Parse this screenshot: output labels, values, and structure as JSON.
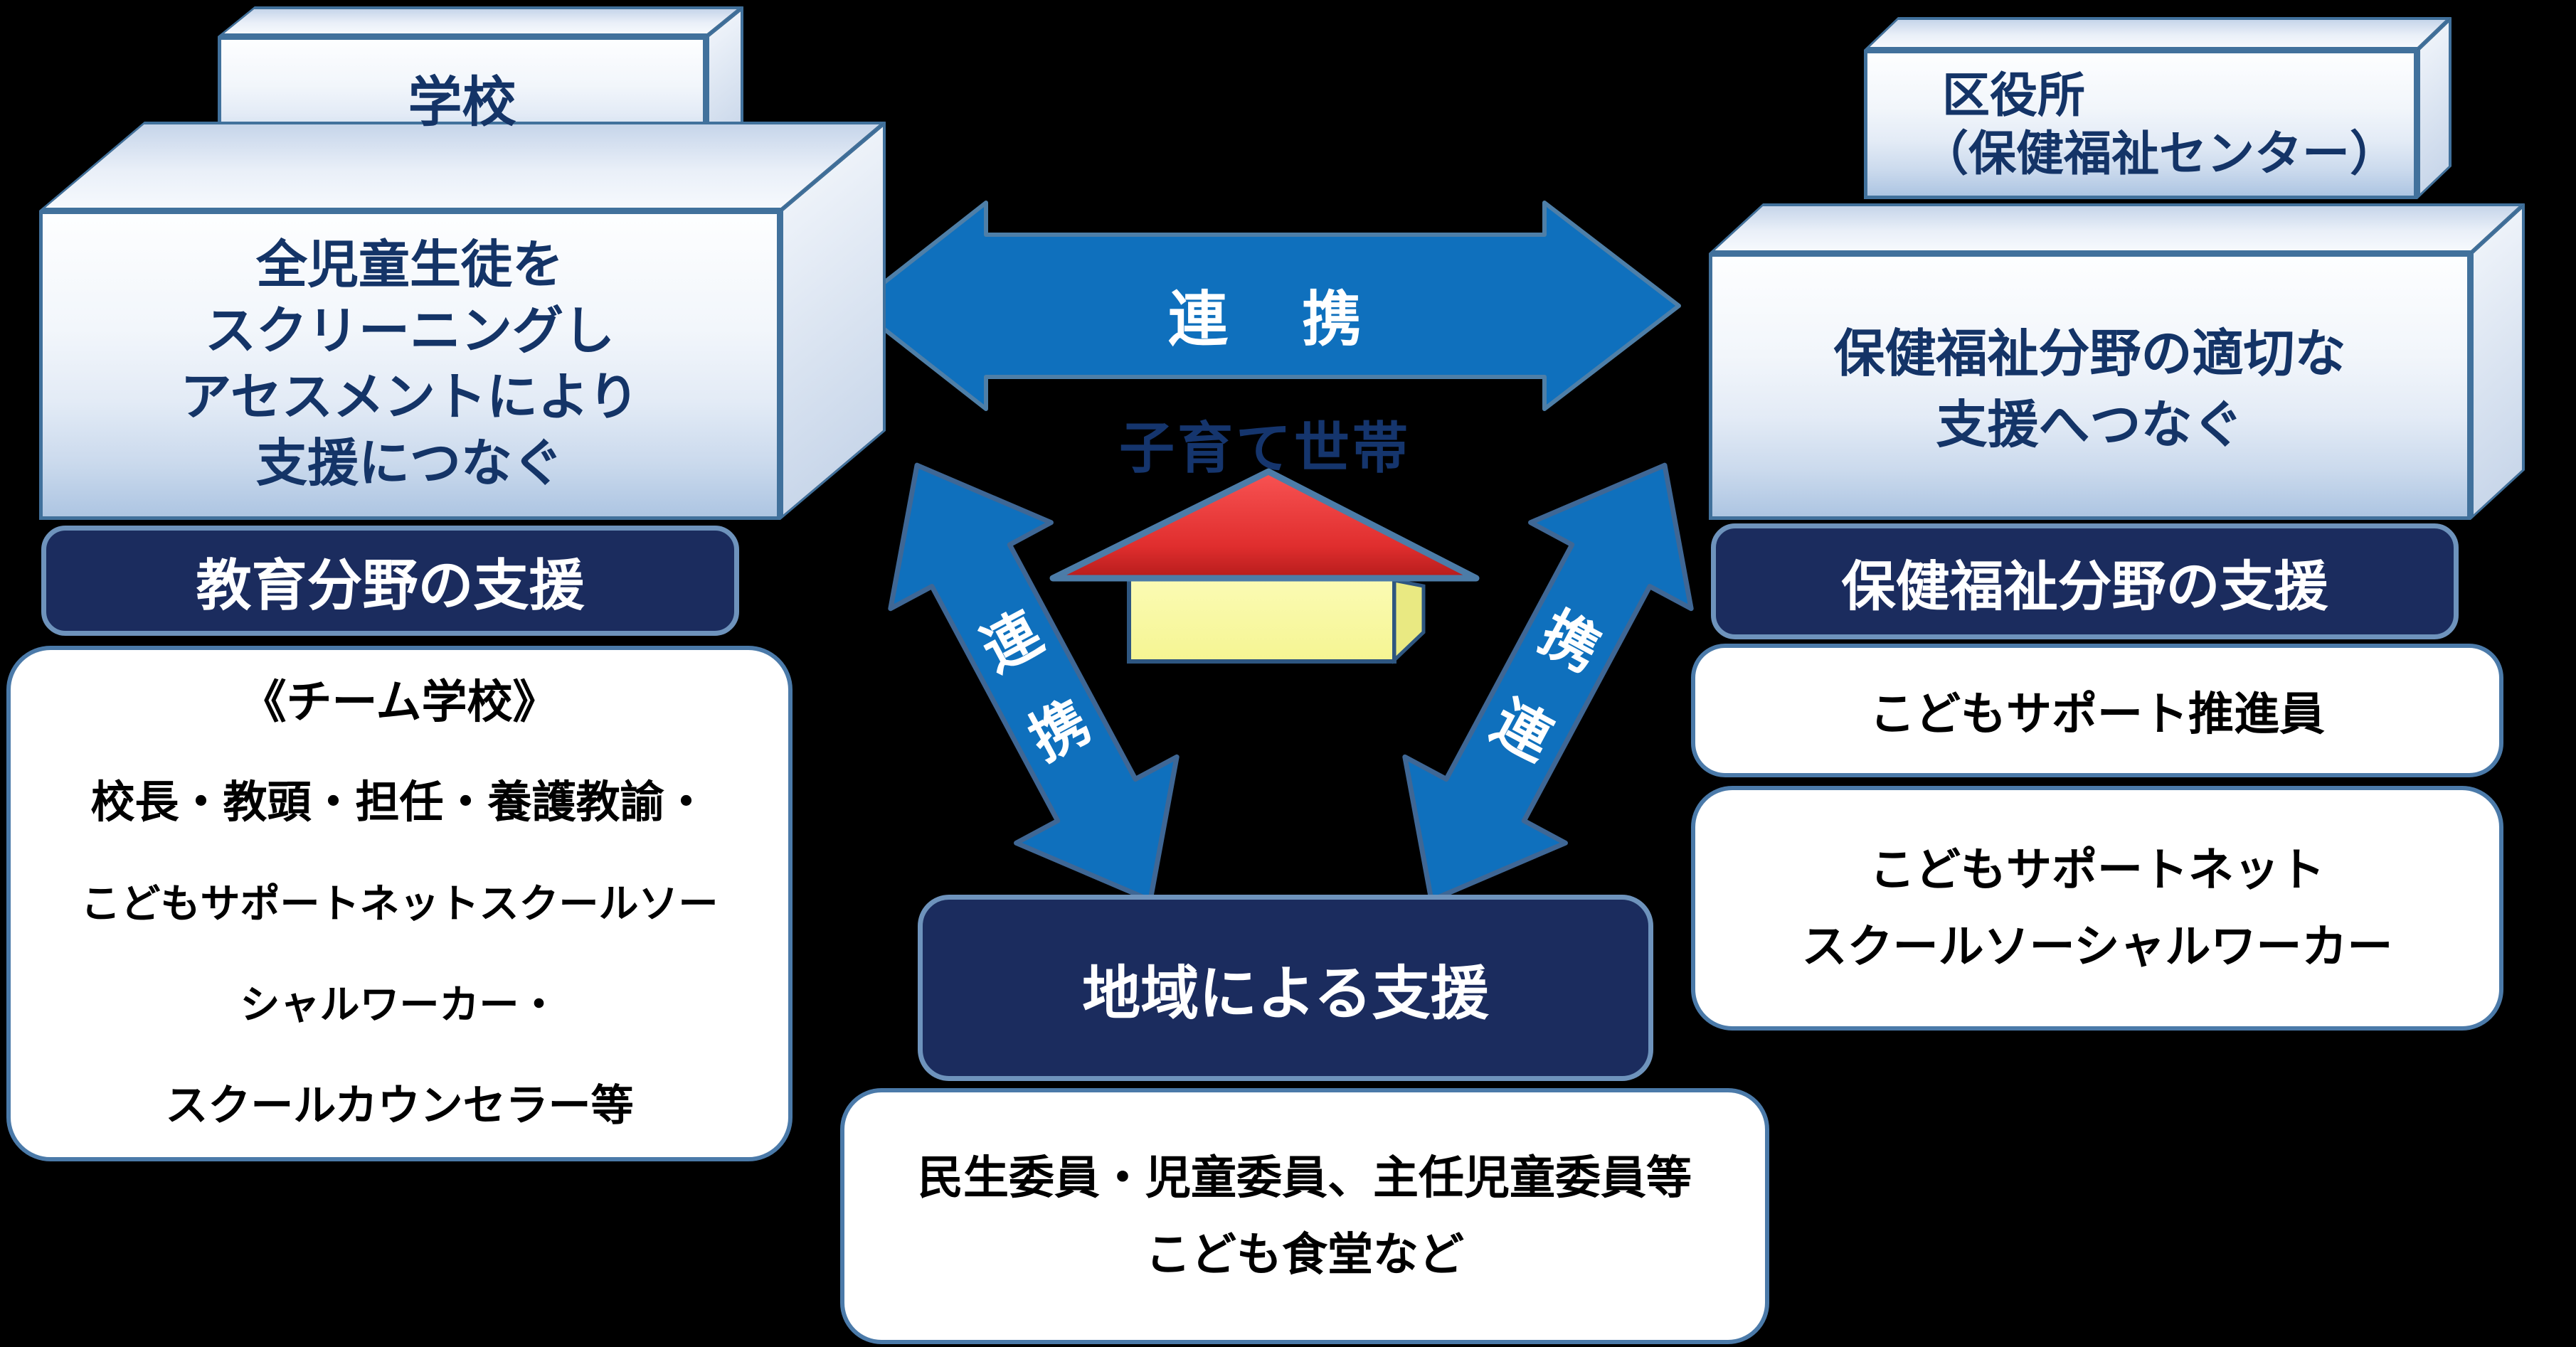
{
  "palette": {
    "arrow_blue": "#0F70BD",
    "arrow_border": "#4E7FA8",
    "navy_fill": "#1B2C5E",
    "navy_border": "#6E93BC",
    "cube_border": "#41719C",
    "white_box_border": "#4B7AA9",
    "roof_red": "#D92B2B",
    "house_yellow": "#F9F9A2",
    "text_navy": "#143467"
  },
  "school_stack": {
    "cube_title": "学校",
    "cube_lines": [
      "全児童生徒を",
      "スクリーニングし",
      "アセスメントにより",
      "支援につなぐ"
    ],
    "category_label": "教育分野の支援",
    "detail_lines": [
      "《チーム学校》",
      "校長・教頭・担任・養護教諭・",
      "こどもサポートネットスクールソー",
      "シャルワーカー・",
      "スクールカウンセラー等"
    ]
  },
  "ward_stack": {
    "cube_title_lines": [
      "区役所",
      "（保健福祉センター）"
    ],
    "cube_lines": [
      "保健福祉分野の適切な",
      "支援へつなぐ"
    ],
    "category_label": "保健福祉分野の支援",
    "box1_label": "こどもサポート推進員",
    "box2_lines": [
      "こどもサポートネット",
      "スクールソーシャルワーカー"
    ]
  },
  "community": {
    "category_label": "地域による支援",
    "detail_lines": [
      "民生委員・児童委員、主任児童委員等",
      "こども食堂など"
    ]
  },
  "center": {
    "household_label": "子育て世帯",
    "link_label": "連　携",
    "link_char_1": "連",
    "link_char_2": "携"
  }
}
